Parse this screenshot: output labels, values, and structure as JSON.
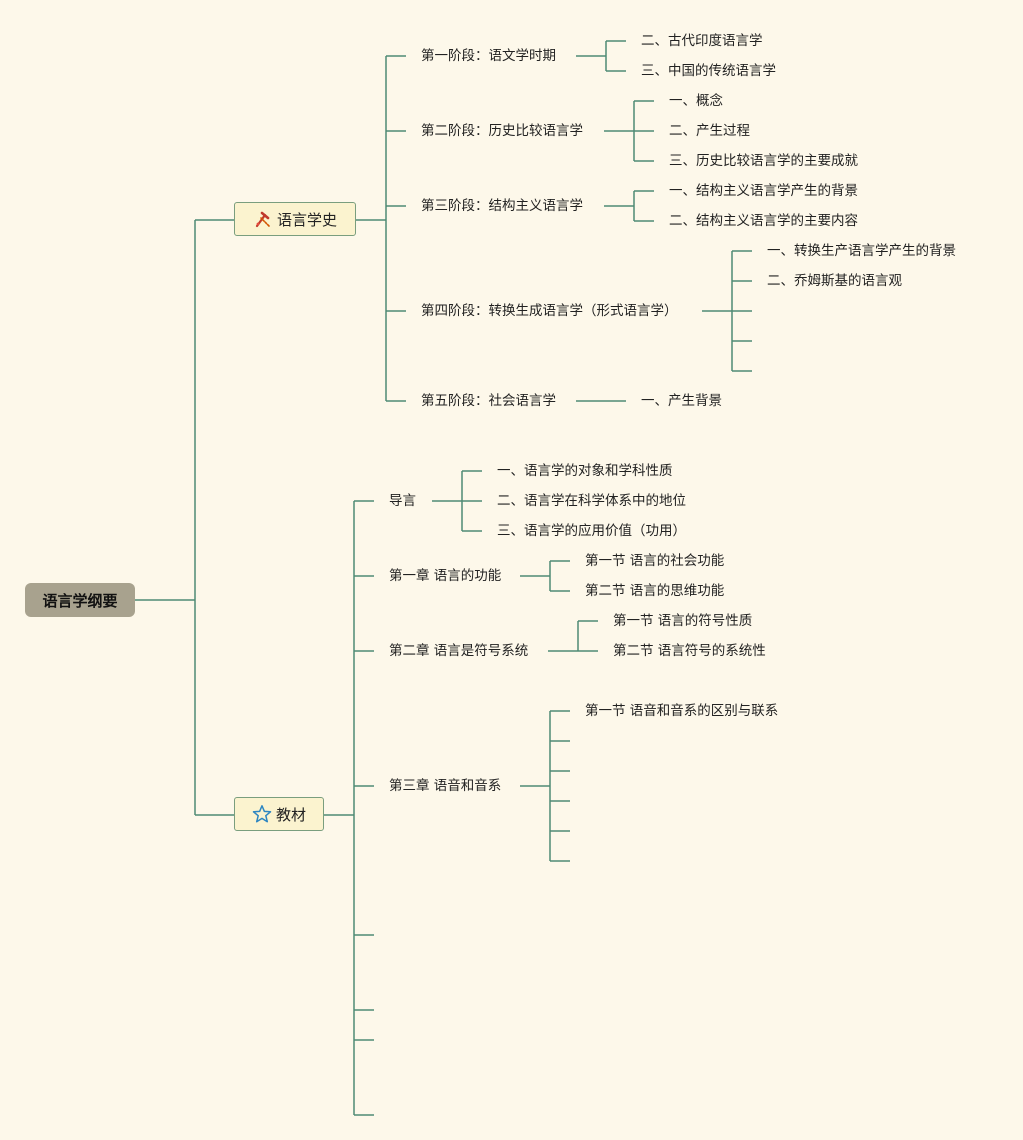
{
  "root": "语言学纲要",
  "branches": [
    {
      "label": "语言学史",
      "icon": "hammers-icon",
      "children": [
        {
          "label": "第一阶段：语文学时期",
          "children": [
            "二、古代印度语言学",
            "三、中国的传统语言学"
          ]
        },
        {
          "label": "第二阶段：历史比较语言学",
          "children": [
            "一、概念",
            "二、产生过程",
            "三、历史比较语言学的主要成就"
          ]
        },
        {
          "label": "第三阶段：结构主义语言学",
          "children": [
            "一、结构主义语言学产生的背景",
            "二、结构主义语言学的主要内容"
          ]
        },
        {
          "label": "第四阶段：转换生成语言学（形式语言学）",
          "children": [
            "一、转换生产语言学产生的背景",
            "二、乔姆斯基的语言观",
            "",
            "",
            ""
          ]
        },
        {
          "label": "第五阶段：社会语言学",
          "children": [
            "一、产生背景"
          ]
        }
      ]
    },
    {
      "label": "教材",
      "icon": "star-icon",
      "children": [
        {
          "label": "导言",
          "children": [
            "一、语言学的对象和学科性质",
            "二、语言学在科学体系中的地位",
            "三、语言学的应用价值（功用）"
          ]
        },
        {
          "label": "第一章 语言的功能",
          "children": [
            "第一节 语言的社会功能",
            "第二节 语言的思维功能"
          ]
        },
        {
          "label": "第二章 语言是符号系统",
          "children": [
            "第一节 语言的符号性质",
            "第二节 语言符号的系统性"
          ]
        },
        {
          "label": "第三章 语音和音系",
          "children": [
            "第一节 语音和音系的区别与联系",
            "",
            "",
            "",
            "",
            ""
          ]
        },
        {
          "label": "",
          "children": []
        },
        {
          "label": "",
          "children": []
        },
        {
          "label": "",
          "children": []
        },
        {
          "label": "",
          "children": []
        }
      ]
    }
  ],
  "colors": {
    "line": "#4e8a74",
    "background": "#fdf8ea",
    "root_fill": "#a8a28e",
    "box_fill": "#fbf3cf"
  }
}
